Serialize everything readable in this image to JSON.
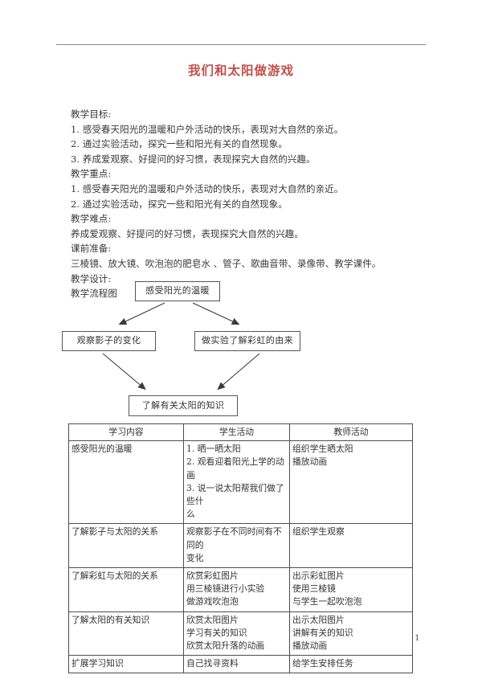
{
  "document": {
    "title": "我们和太阳做游戏",
    "title_color": "#c0504d",
    "page_number": "1"
  },
  "sections": [
    {
      "heading": "教学目标:",
      "lines": [
        "1. 感受春天阳光的温暖和户外活动的快乐，表现对大自然的亲近。",
        "2. 通过实验活动，探究一些和阳光有关的自然现象。",
        "3. 养成爱观察、好提问的好习惯，表现探究大自然的兴趣。"
      ]
    },
    {
      "heading": "教学重点:",
      "lines": [
        "1. 感受春天阳光的温暖和户外活动的快乐，表现对大自然的亲近。",
        "2. 通过实验活动，探究一些和阳光有关的自然现象。"
      ]
    },
    {
      "heading": "教学难点:",
      "lines": [
        "养成爱观察、好提问的好习惯，表现探究大自然的兴趣。"
      ]
    },
    {
      "heading": "课前准备:",
      "lines": [
        "三棱镜、放大镜、吹泡泡的肥皂水 、管子、歌曲音带、录像带、教学课件。"
      ]
    },
    {
      "heading": "教学设计:",
      "lines": [
        "教学流程图"
      ]
    }
  ],
  "flowchart": {
    "boxes": {
      "top": "感受阳光的温暖",
      "left": "观察影子的变化",
      "right": "做实验了解彩虹的由来",
      "bottom": "了解有关太阳的知识"
    }
  },
  "table": {
    "headers": [
      "学习内容",
      "学生活动",
      "教师活动"
    ],
    "rows": [
      {
        "content": "感受阳光的温暖",
        "student": [
          "1. 晒一晒太阳",
          "2. 观看迎着阳光上学的动画",
          "3. 说一说太阳帮我们做了些什",
          "么"
        ],
        "teacher": [
          "组织学生晒太阳",
          "播放动画"
        ]
      },
      {
        "content": "了解影子与太阳的关系",
        "student": [
          "观察影子在不同时间有不同的",
          "变化"
        ],
        "teacher": [
          "组织学生观察"
        ]
      },
      {
        "content": "了解彩虹与太阳的关系",
        "student": [
          "欣赏彩虹图片",
          "用三棱镜进行小实验",
          "做游戏吹泡泡"
        ],
        "teacher": [
          "出示彩虹图片",
          "使用三棱镜",
          "与学生一起吹泡泡"
        ]
      },
      {
        "content": "了解太阳的有关知识",
        "student": [
          "欣赏太阳图片",
          "学习有关的知识",
          "欣赏太阳升落的动画"
        ],
        "teacher": [
          "出示太阳图片",
          "讲解有关的知识",
          "播放动画"
        ]
      },
      {
        "content": "扩展学习知识",
        "student": [
          "自己找寻资料"
        ],
        "teacher": [
          "给学生安排任务"
        ]
      }
    ]
  }
}
